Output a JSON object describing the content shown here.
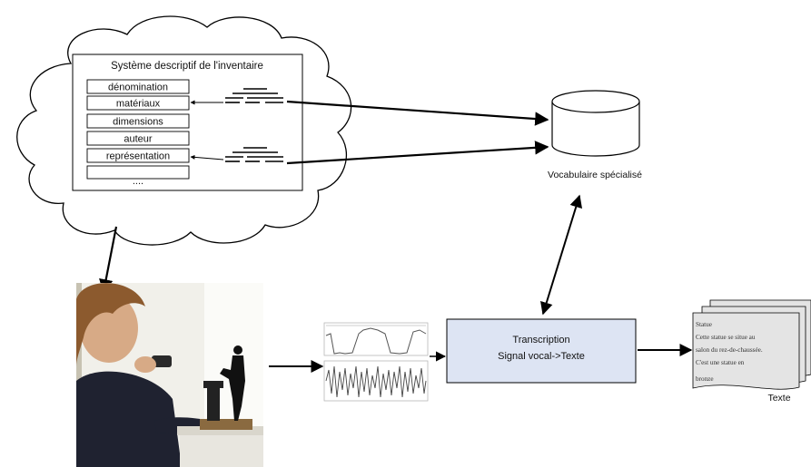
{
  "inventory": {
    "title": "Système descriptif de l'inventaire",
    "fields": [
      "dénomination",
      "matériaux",
      "dimensions",
      "auteur",
      "représentation",
      "...."
    ]
  },
  "vocabulary": {
    "label": "Vocabulaire spécialisé"
  },
  "transcription": {
    "line1": "Transcription",
    "line2": "Signal vocal->Texte"
  },
  "output": {
    "caption": "Texte",
    "document_lines": [
      "Statue",
      "Cette statue se situe au",
      "salon du rez-de-chaussée.",
      "C'est une statue en",
      "bronze"
    ]
  },
  "colors": {
    "transcription_fill": "#dde4f3",
    "document_fill": "#e4e4e4"
  }
}
